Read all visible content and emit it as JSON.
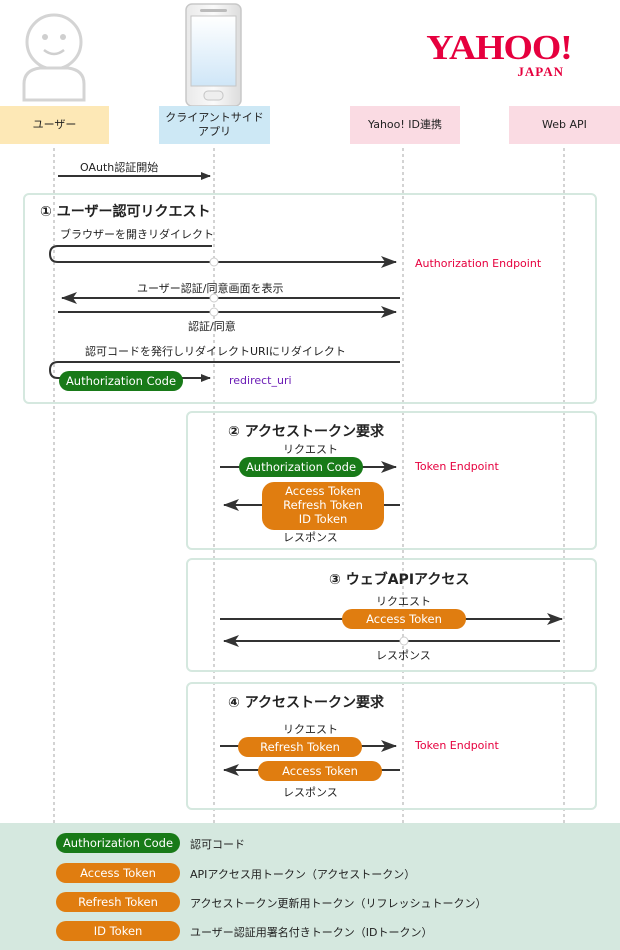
{
  "logo": {
    "main": "YAHOO!",
    "sub": "JAPAN",
    "color": "#e6003e"
  },
  "actors": [
    {
      "label": "ユーザー",
      "color": "#fde8b6"
    },
    {
      "label": "クライアントサイド\nアプリ",
      "color": "#cde8f5"
    },
    {
      "label": "Yahoo! ID連携",
      "color": "#fadbe3"
    },
    {
      "label": "Web API",
      "color": "#fadbe3"
    }
  ],
  "pre": {
    "label": "OAuth認証開始"
  },
  "section1": {
    "title": "① ユーザー認可リクエスト",
    "open_browser": "ブラウザーを開きリダイレクト",
    "auth_endpoint": "Authorization Endpoint",
    "show_consent": "ユーザー認証/同意画面を表示",
    "consent": "認証/同意",
    "issue_code": "認可コードを発行しリダイレクトURIにリダイレクト",
    "code_pill": "Authorization Code",
    "redirect_uri": "redirect_uri"
  },
  "section2": {
    "title": "② アクセストークン要求",
    "request": "リクエスト",
    "code_pill": "Authorization Code",
    "token_endpoint": "Token Endpoint",
    "response_tokens": [
      "Access Token",
      "Refresh Token",
      "ID Token"
    ],
    "response": "レスポンス"
  },
  "section3": {
    "title": "③ ウェブAPIアクセス",
    "request": "リクエスト",
    "access_pill": "Access Token",
    "response": "レスポンス"
  },
  "section4": {
    "title": "④ アクセストークン要求",
    "request": "リクエスト",
    "refresh_pill": "Refresh Token",
    "token_endpoint": "Token Endpoint",
    "access_pill": "Access Token",
    "response": "レスポンス"
  },
  "legend": [
    {
      "pill": "Authorization Code",
      "desc": "認可コード",
      "color": "#187a18"
    },
    {
      "pill": "Access Token",
      "desc": "APIアクセス用トークン（アクセストークン）",
      "color": "#e07d10"
    },
    {
      "pill": "Refresh Token",
      "desc": "アクセストークン更新用トークン（リフレッシュトークン）",
      "color": "#e07d10"
    },
    {
      "pill": "ID Token",
      "desc": "ユーザー認証用署名付きトークン（IDトークン）",
      "color": "#e07d10"
    }
  ]
}
